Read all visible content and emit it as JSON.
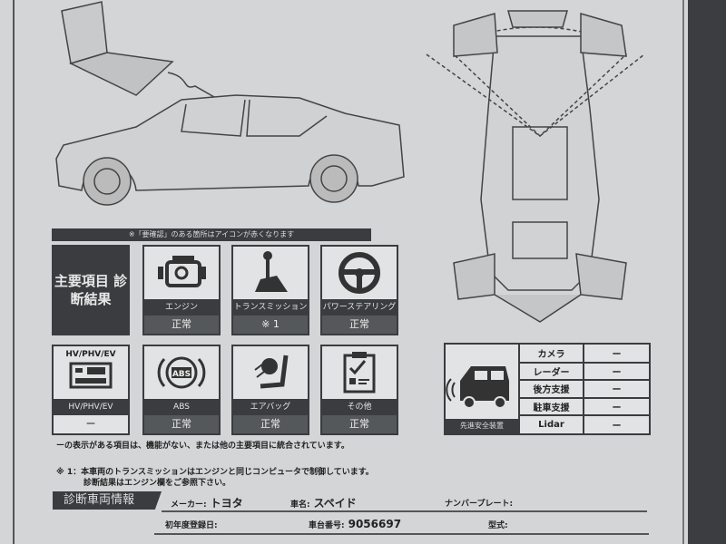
{
  "banner": "※「要確認」のある箇所はアイコンが赤くなります",
  "main_label": "主要項目 診断結果",
  "items": [
    {
      "label": "エンジン",
      "value": "正常",
      "icon": "engine-icon"
    },
    {
      "label": "トランスミッション",
      "value": "※ 1",
      "icon": "gear-shift-icon"
    },
    {
      "label": "パワーステアリング",
      "value": "正常",
      "icon": "steering-wheel-icon"
    },
    {
      "title": "HV/PHV/EV",
      "label": "HV/PHV/EV",
      "value": "ー",
      "icon": "battery-icon"
    },
    {
      "label": "ABS",
      "value": "正常",
      "icon": "abs-icon"
    },
    {
      "label": "エアバッグ",
      "value": "正常",
      "icon": "airbag-icon"
    },
    {
      "label": "その他",
      "value": "正常",
      "icon": "clipboard-icon"
    }
  ],
  "note_dash": "ーの表示がある項目は、機能がない、または他の主要項目に統合されています。",
  "note1_line1": "※ 1：本車両のトランスミッションはエンジンと同じコンピュータで制御しています。",
  "note1_line2": "診断結果はエンジン欄をご参照下さい。",
  "adas": {
    "caption": "先進安全装置",
    "rows": [
      {
        "name": "カメラ",
        "value": "ー"
      },
      {
        "name": "レーダー",
        "value": "ー"
      },
      {
        "name": "後方支援",
        "value": "ー"
      },
      {
        "name": "駐車支援",
        "value": "ー"
      },
      {
        "name": "Lidar",
        "value": "ー"
      }
    ]
  },
  "vehicle": {
    "section": "診断車両情報",
    "maker_label": "メーカー:",
    "maker": "トヨタ",
    "name_label": "車名:",
    "name": "スペイド",
    "plate_label": "ナンバープレート:",
    "reg_label": "初年度登録日:",
    "chassis_label": "車台番号:",
    "chassis": "9056697",
    "model_label": "型式:"
  }
}
